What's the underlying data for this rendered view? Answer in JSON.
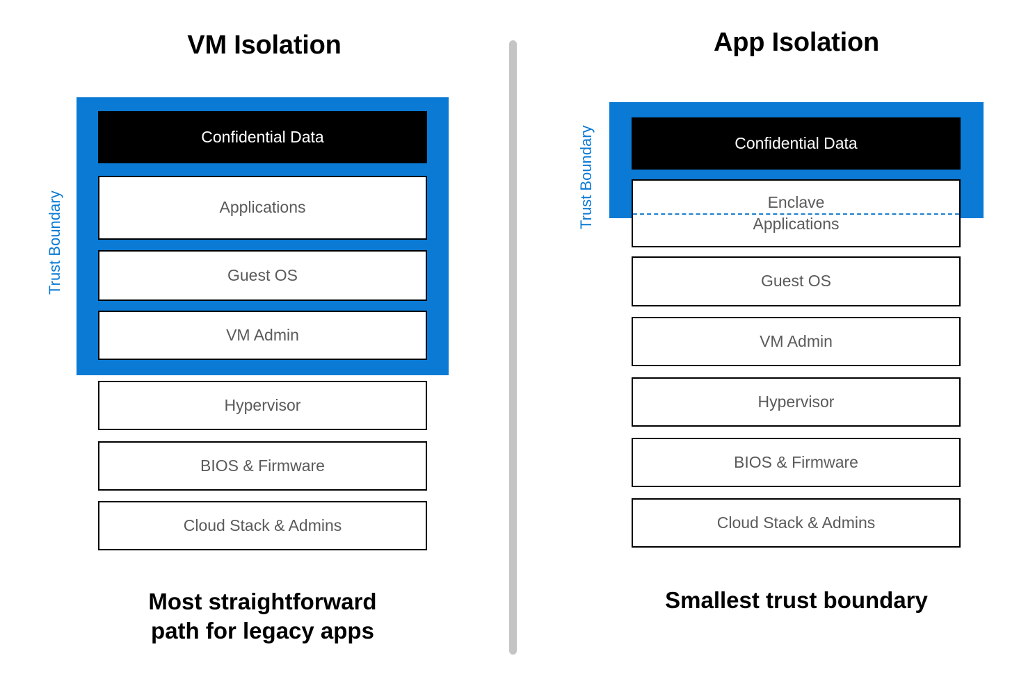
{
  "diagram": {
    "title_left": "VM Isolation",
    "title_right": "App Isolation",
    "trust_boundary_label": "Trust Boundary",
    "accent_blue": "#0a7ad4",
    "confidential_fill": "#000000",
    "layer_text_color": "#5a5a5a",
    "divider_color": "#c4c4c4"
  },
  "left_panel": {
    "title": "VM Isolation",
    "trust_label": "Trust Boundary",
    "caption_line1": "Most straightforward",
    "caption_line2": "path for legacy apps",
    "layers": [
      {
        "label": "Confidential Data",
        "style": "confidential",
        "inside_trust_boundary": true
      },
      {
        "label": "Applications",
        "style": "plain",
        "inside_trust_boundary": true
      },
      {
        "label": "Guest OS",
        "style": "plain",
        "inside_trust_boundary": true
      },
      {
        "label": "VM Admin",
        "style": "plain",
        "inside_trust_boundary": true
      },
      {
        "label": "Hypervisor",
        "style": "plain",
        "inside_trust_boundary": false
      },
      {
        "label": "BIOS & Firmware",
        "style": "plain",
        "inside_trust_boundary": false
      },
      {
        "label": "Cloud Stack & Admins",
        "style": "plain",
        "inside_trust_boundary": false
      }
    ]
  },
  "right_panel": {
    "title": "App Isolation",
    "trust_label": "Trust Boundary",
    "caption_line1": "Smallest trust boundary",
    "layers": [
      {
        "label": "Confidential Data",
        "style": "confidential",
        "inside_trust_boundary": true
      },
      {
        "label_top": "Enclave",
        "label_bottom": "Applications",
        "style": "split",
        "inside_trust_boundary": "partial"
      },
      {
        "label": "Guest OS",
        "style": "plain",
        "inside_trust_boundary": false
      },
      {
        "label": "VM Admin",
        "style": "plain",
        "inside_trust_boundary": false
      },
      {
        "label": "Hypervisor",
        "style": "plain",
        "inside_trust_boundary": false
      },
      {
        "label": "BIOS & Firmware",
        "style": "plain",
        "inside_trust_boundary": false
      },
      {
        "label": "Cloud Stack & Admins",
        "style": "plain",
        "inside_trust_boundary": false
      }
    ]
  }
}
